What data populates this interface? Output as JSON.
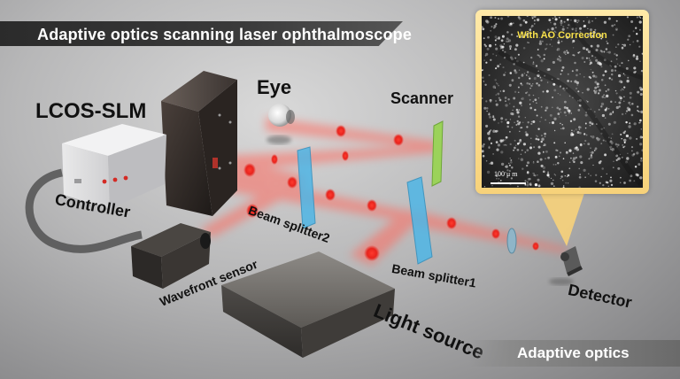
{
  "title": "Adaptive optics scanning laser ophthalmoscope",
  "footer": "Adaptive optics",
  "labels": {
    "lcos_slm": "LCOS-SLM",
    "eye": "Eye",
    "scanner": "Scanner",
    "controller": "Controller",
    "beam_splitter_2": "Beam splitter2",
    "wavefront_sensor": "Wavefront sensor",
    "beam_splitter_1": "Beam splitter1",
    "light_source": "Light source",
    "detector": "Detector"
  },
  "inset": {
    "caption": "With AO Correction",
    "scale_bar": "100 μ m"
  },
  "colors": {
    "beam": "#e8231c",
    "beam_halo": "#ff6a5e",
    "beam_splitter": "#4fb6e6",
    "scanner_mirror": "#9bd25a",
    "inset_frame": "#f7d27a",
    "caption": "#f7e04a",
    "banner": "#2b2b2b"
  },
  "icons": {
    "eye": "eye-ball-icon",
    "lcos_slm": "spatial-light-modulator-box",
    "detector": "photodetector-icon",
    "lens": "lens-disc-icon"
  }
}
